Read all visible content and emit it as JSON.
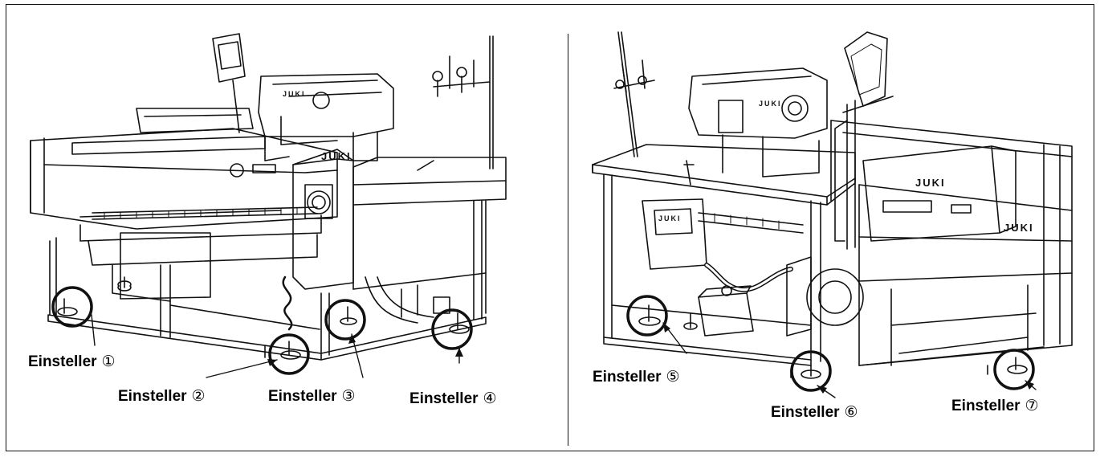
{
  "brand": "JUKI",
  "labels": [
    {
      "name": "Einsteller",
      "num": "①"
    },
    {
      "name": "Einsteller",
      "num": "②"
    },
    {
      "name": "Einsteller",
      "num": "③"
    },
    {
      "name": "Einsteller",
      "num": "④"
    },
    {
      "name": "Einsteller",
      "num": "⑤"
    },
    {
      "name": "Einsteller",
      "num": "⑥"
    },
    {
      "name": "Einsteller",
      "num": "⑦"
    }
  ]
}
